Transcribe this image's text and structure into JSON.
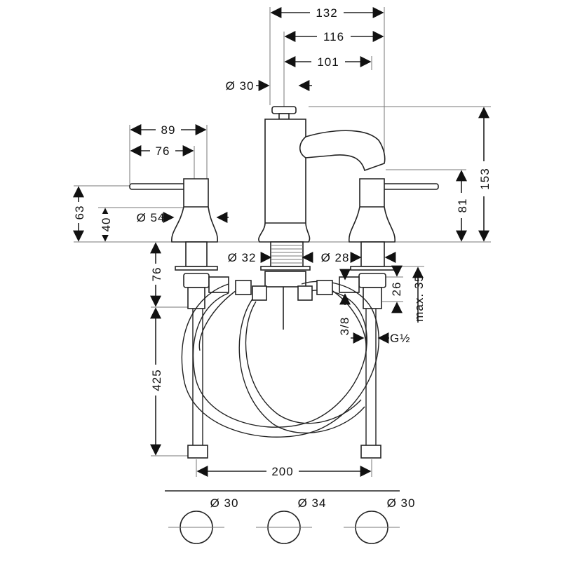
{
  "title": "Three-hole basin mixer dimension drawing",
  "dimensions": {
    "spout_reach_total": "132",
    "spout_reach_116": "116",
    "spout_reach_101": "101",
    "spout_knob_diameter": "Ø 30",
    "spout_height": "153",
    "spout_outlet_height": "81",
    "handle_width_89": "89",
    "handle_lever_76": "76",
    "handle_height_63": "63",
    "handle_body_40": "40",
    "handle_base_diameter": "Ø  54",
    "shank_length": "76",
    "hose_length": "425",
    "center_distance": "200",
    "spout_shank_diameter": "Ø 32",
    "handle_shank_diameter": "Ø 28",
    "connector_26": "26",
    "max_thickness": "max. 35",
    "thread_3_8": "3/8",
    "thread_g_half": "G½"
  },
  "holes": [
    {
      "label": "Ø 30"
    },
    {
      "label": "Ø 34"
    },
    {
      "label": "Ø 30"
    }
  ]
}
